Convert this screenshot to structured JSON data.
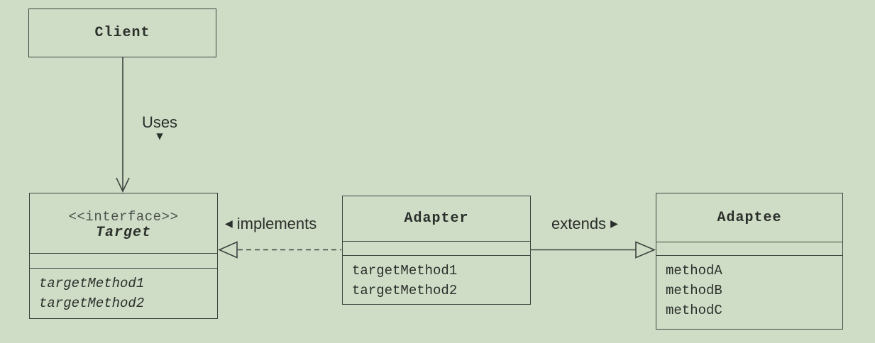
{
  "canvas": {
    "background": "#cfddc6",
    "line_color": "#3f443f",
    "text_color": "#2b2f2b"
  },
  "classes": {
    "client": {
      "name": "Client"
    },
    "target": {
      "stereotype": "<<interface>>",
      "name": "Target",
      "methods": [
        "targetMethod1",
        "targetMethod2"
      ]
    },
    "adapter": {
      "name": "Adapter",
      "methods": [
        "targetMethod1",
        "targetMethod2"
      ]
    },
    "adaptee": {
      "name": "Adaptee",
      "methods": [
        "methodA",
        "methodB",
        "methodC"
      ]
    }
  },
  "relations": {
    "uses": {
      "label": "Uses",
      "direction_icon": "▼"
    },
    "implements": {
      "label": "implements",
      "direction_icon": "◀"
    },
    "extends": {
      "label": "extends",
      "direction_icon": "▶"
    }
  }
}
